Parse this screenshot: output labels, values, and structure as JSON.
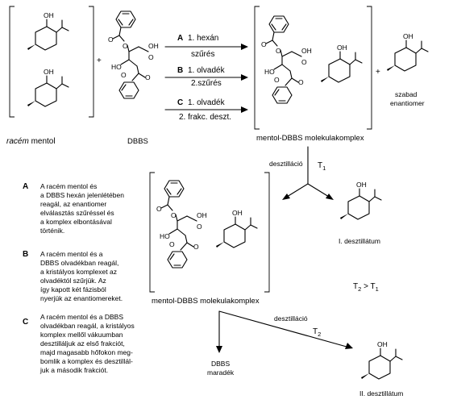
{
  "top": {
    "step_a": {
      "letter": "A",
      "line1": "1. hexán",
      "line2": "szűrés"
    },
    "step_b": {
      "letter": "B",
      "line1": "1. olvadék",
      "line2": "2.szűrés"
    },
    "step_c": {
      "letter": "C",
      "line1": "1. olvadék",
      "line2": "2. frakc. deszt."
    },
    "plus": "+",
    "racem_word": "racém",
    "mentol_word": "mentol",
    "dbbs_label": "DBBS",
    "complex_label": "mentol-DBBS molekulakomplex",
    "free_line1": "szabad",
    "free_line2": "enantiomer"
  },
  "atoms": {
    "oh": "OH",
    "ho": "HO",
    "o": "O"
  },
  "middle": {
    "distill_label": "desztilláció",
    "t1": "T",
    "t1_sub": "1",
    "complex_label": "mentol-DBBS molekulakomplex",
    "distillate1": "I. desztillátum",
    "temp_t2": "T",
    "temp_t2_sub": "2",
    "temp_gt": ">",
    "temp_t1": "T",
    "temp_t1_sub": "1"
  },
  "bottom": {
    "distill_label": "desztilláció",
    "t2": "T",
    "t2_sub": "2",
    "residue_line1": "DBBS",
    "residue_line2": "maradék",
    "distillate2": "II. desztillátum"
  },
  "notes": [
    {
      "letter": "A",
      "lines": [
        "A racém mentol és",
        "a DBBS hexán jelenlétében",
        "reagál, az enantiomer",
        "elválasztás szűréssel és",
        "a komplex elbontásával",
        "történik."
      ]
    },
    {
      "letter": "B",
      "lines": [
        "A racém mentol és a",
        "DBBS olvadékban reagál,",
        "a kristályos komplexet az",
        "olvadéktól szűrjük. Az",
        "így kapott két fázisból",
        "nyerjük az enantiomereket."
      ]
    },
    {
      "letter": "C",
      "lines": [
        "A racém mentol és a DBBS",
        "olvadékban reagál, a kristályos",
        "komplex mellől vákuumban",
        "desztilláljuk az első frakciót,",
        "majd magasabb hőfokon meg-",
        "bomlik a komplex és desztillál-",
        "juk a második frakciót."
      ]
    }
  ]
}
